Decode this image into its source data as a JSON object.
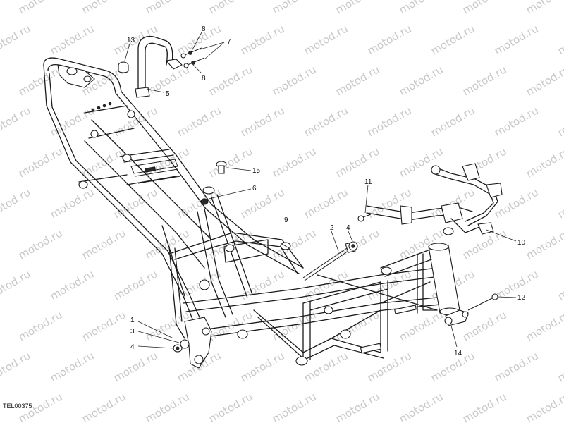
{
  "diagram_code": "TEL00375",
  "watermark_text": "motod.ru",
  "callouts": [
    "1",
    "2",
    "3",
    "4",
    "4",
    "5",
    "6",
    "7",
    "8",
    "8",
    "9",
    "10",
    "11",
    "12",
    "13",
    "14",
    "15"
  ],
  "colors": {
    "line": "#1a1a1a",
    "watermark": "#c9c9c9",
    "background": "#ffffff"
  }
}
